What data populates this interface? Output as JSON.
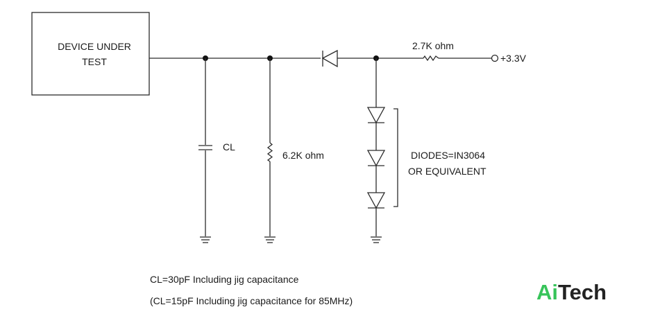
{
  "device": {
    "line1": "DEVICE UNDER",
    "line2": "TEST"
  },
  "labels": {
    "capacitor": "CL",
    "resistor_shunt": "6.2K ohm",
    "resistor_pullup": "2.7K ohm",
    "supply": "+3.3V",
    "diodes_line1": "DIODES=IN3064",
    "diodes_line2": "OR EQUIVALENT"
  },
  "notes": {
    "line1": "CL=30pF Including jig capacitance",
    "line2": "(CL=15pF Including jig capacitance for 85MHz)"
  },
  "logo": {
    "part1": "Ai",
    "part2": "Tech",
    "color1": "#37c45a",
    "color2": "#222222"
  },
  "colors": {
    "wire": "#2b2b2b",
    "background": "#ffffff"
  }
}
